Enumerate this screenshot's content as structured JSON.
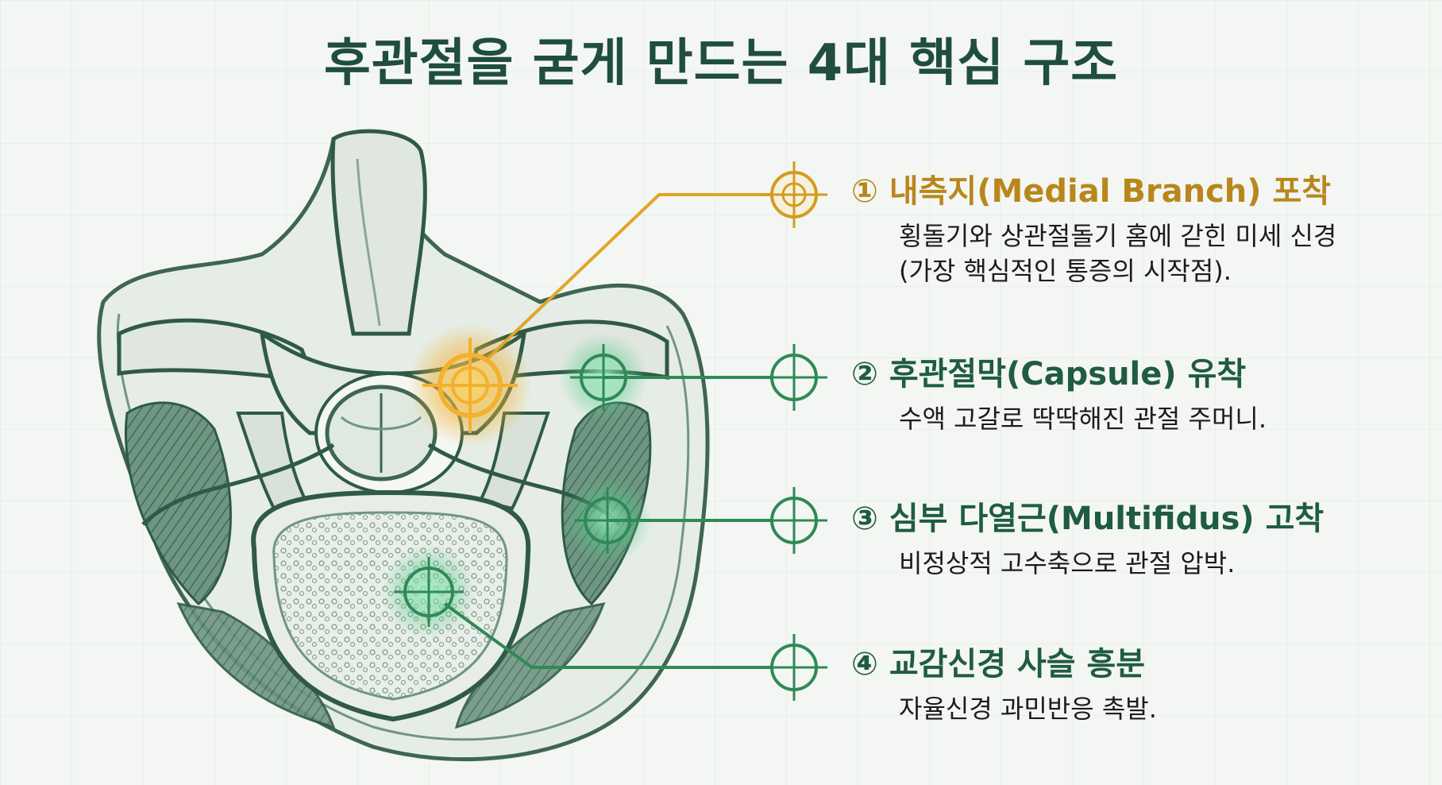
{
  "title": "후관절을 굳게 만드는 4대 핵심 구조",
  "colors": {
    "gold": "#d49b1e",
    "green": "#2f8a55",
    "title": "#1f4d3e",
    "bone": "#dfe7df",
    "muscle": "#56806a"
  },
  "items": [
    {
      "number": "①",
      "heading": "내측지(Medial Branch) 포착",
      "desc_lines": [
        "횡돌기와 상관절돌기 홈에 갇힌 미세 신경",
        "(가장 핵심적인 통증의 시작점)."
      ],
      "color": "gold"
    },
    {
      "number": "②",
      "heading": "후관절막(Capsule) 유착",
      "desc_lines": [
        "수액 고갈로 딱딱해진 관절 주머니."
      ],
      "color": "green"
    },
    {
      "number": "③",
      "heading": "심부 다열근(Multifidus) 고착",
      "desc_lines": [
        "비정상적 고수축으로 관절 압박."
      ],
      "color": "green"
    },
    {
      "number": "④",
      "heading": "교감신경 사슬 흥분",
      "desc_lines": [
        "자율신경 과민반응 촉발."
      ],
      "color": "green"
    }
  ]
}
